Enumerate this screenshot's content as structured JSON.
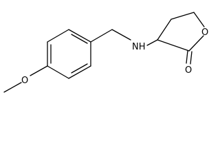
{
  "structure": {
    "atoms": {
      "nh": "NH",
      "ring_oxygen": "O",
      "carbonyl_oxygen": "O",
      "methoxy_oxygen": "O"
    },
    "colors": {
      "ink": "#000000",
      "background": "#ffffff"
    }
  }
}
